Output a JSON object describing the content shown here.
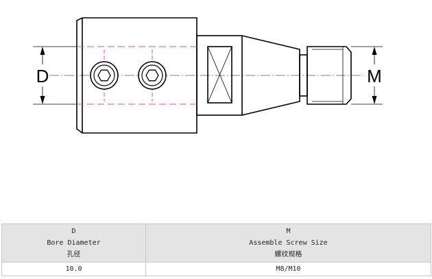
{
  "drawing": {
    "left_dimension_label": "D",
    "right_dimension_label": "M"
  },
  "table": {
    "columns": [
      {
        "symbol": "D",
        "label_en": "Bore Diameter",
        "label_zh": "孔径"
      },
      {
        "symbol": "M",
        "label_en": "Assemble Screw Size",
        "label_zh": "螺纹规格"
      }
    ],
    "rows": [
      [
        "10.0",
        "M8/M10"
      ]
    ]
  }
}
